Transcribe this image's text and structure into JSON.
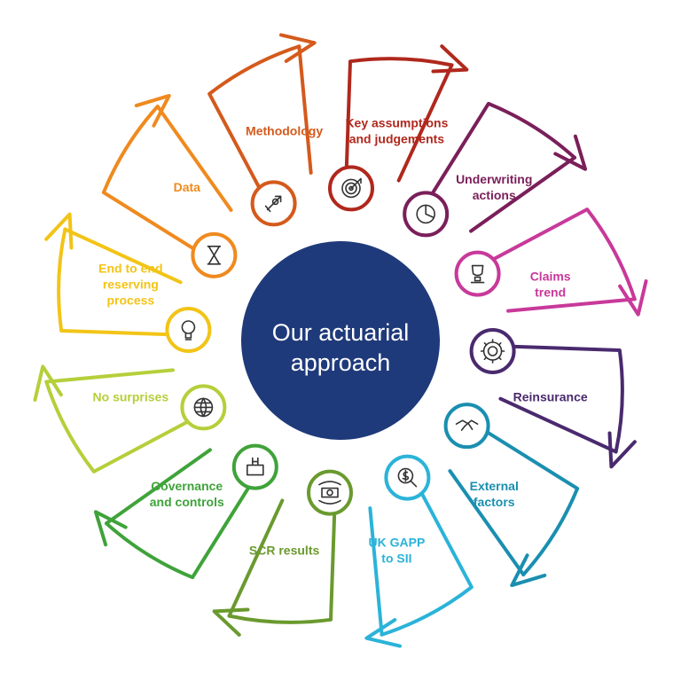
{
  "center": {
    "line1": "Our actuarial",
    "line2": "approach",
    "color": "#1f3a7a"
  },
  "segments": [
    {
      "id": "end-to-end",
      "color": "#f2c417",
      "icon": "lightbulb-icon",
      "lines": [
        "End to end",
        "reserving",
        "process"
      ]
    },
    {
      "id": "data",
      "color": "#ef8a1f",
      "icon": "hourglass-icon",
      "lines": [
        "Data"
      ]
    },
    {
      "id": "methodology",
      "color": "#d45a1c",
      "icon": "rocket-icon",
      "lines": [
        "Methodology"
      ]
    },
    {
      "id": "key-assumptions",
      "color": "#b0281d",
      "icon": "target-icon",
      "lines": [
        "Key assumptions",
        "and judgements"
      ]
    },
    {
      "id": "underwriting",
      "color": "#7a1f5a",
      "icon": "pie-chart-icon",
      "lines": [
        "Underwriting",
        "actions"
      ]
    },
    {
      "id": "claims-trend",
      "color": "#c8399a",
      "icon": "trophy-icon",
      "lines": [
        "Claims",
        "trend"
      ]
    },
    {
      "id": "reinsurance",
      "color": "#4a2a6e",
      "icon": "gear-icon",
      "lines": [
        "Reinsurance"
      ]
    },
    {
      "id": "external-factors",
      "color": "#1a8fb0",
      "icon": "handshake-icon",
      "lines": [
        "External",
        "factors"
      ]
    },
    {
      "id": "uk-gapp",
      "color": "#2bb3d9",
      "icon": "search-dollar-icon",
      "lines": [
        "UK GAPP",
        "to SII"
      ]
    },
    {
      "id": "scr-results",
      "color": "#6a9a2e",
      "icon": "money-cycle-icon",
      "lines": [
        "SCR results"
      ]
    },
    {
      "id": "governance",
      "color": "#3fa33a",
      "icon": "scales-icon",
      "lines": [
        "Governance",
        "and controls"
      ]
    },
    {
      "id": "no-surprises",
      "color": "#b5cf3a",
      "icon": "globe-icon",
      "lines": [
        "No surprises"
      ]
    }
  ]
}
